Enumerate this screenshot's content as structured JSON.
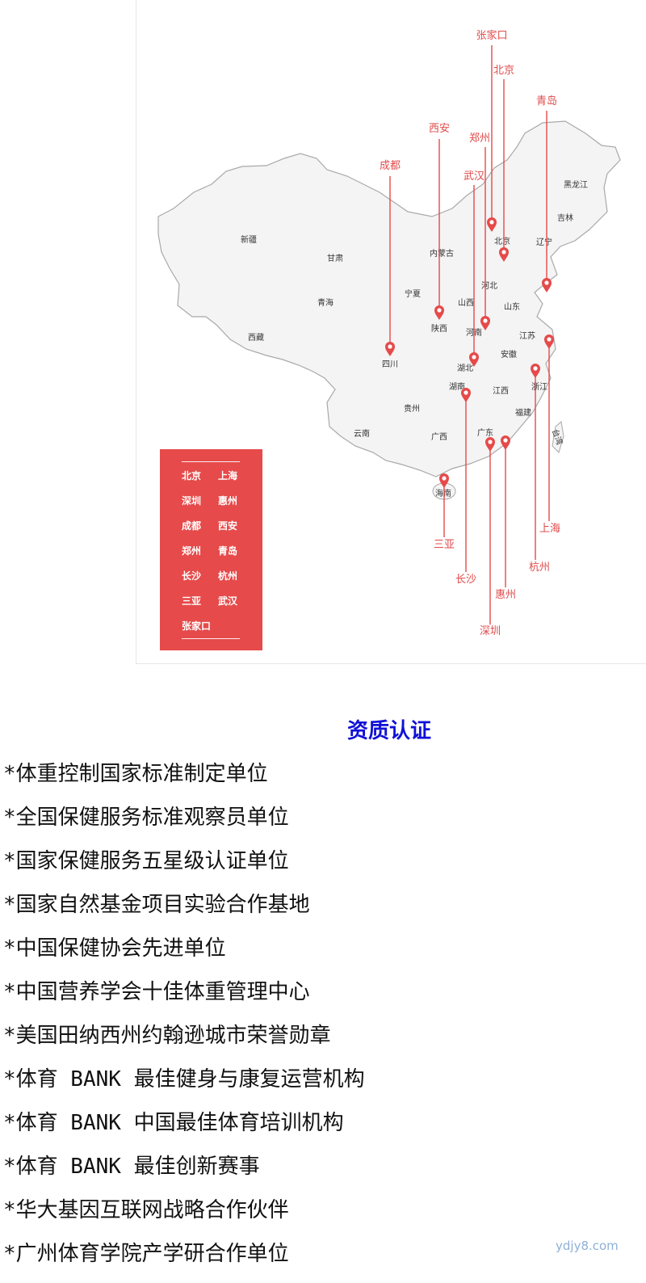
{
  "provinces": [
    "新疆",
    "西藏",
    "青海",
    "甘肃",
    "内蒙古",
    "宁夏",
    "四川",
    "陕西",
    "山西",
    "河北",
    "北京",
    "辽宁",
    "吉林",
    "黑龙江",
    "山东",
    "河南",
    "湖北",
    "安徽",
    "江苏",
    "浙江",
    "江西",
    "湖南",
    "贵州",
    "云南",
    "广西",
    "广东",
    "福建",
    "海南",
    "台湾"
  ],
  "cities": [
    "张家口",
    "北京",
    "青岛",
    "西安",
    "郑州",
    "成都",
    "武汉",
    "三亚",
    "长沙",
    "深圳",
    "惠州",
    "杭州",
    "上海"
  ],
  "legend": [
    "北京",
    "上海",
    "深圳",
    "惠州",
    "成都",
    "西安",
    "郑州",
    "青岛",
    "长沙",
    "杭州",
    "三亚",
    "武汉",
    "张家口"
  ],
  "colors": {
    "accent": "#e64a4a",
    "title": "#1010d8"
  },
  "certification": {
    "title": "资质认证",
    "items": [
      "*体重控制国家标准制定单位",
      "*全国保健服务标准观察员单位",
      "*国家保健服务五星级认证单位",
      "*国家自然基金项目实验合作基地",
      "*中国保健协会先进单位",
      "*中国营养学会十佳体重管理中心",
      "*美国田纳西州约翰逊城市荣誉勋章",
      "*体育 BANK 最佳健身与康复运营机构",
      "*体育 BANK 中国最佳体育培训机构",
      "*体育 BANK 最佳创新赛事",
      "*华大基因互联网战略合作伙伴",
      "*广州体育学院产学研合作单位"
    ]
  },
  "watermark": "ydjy8.com"
}
